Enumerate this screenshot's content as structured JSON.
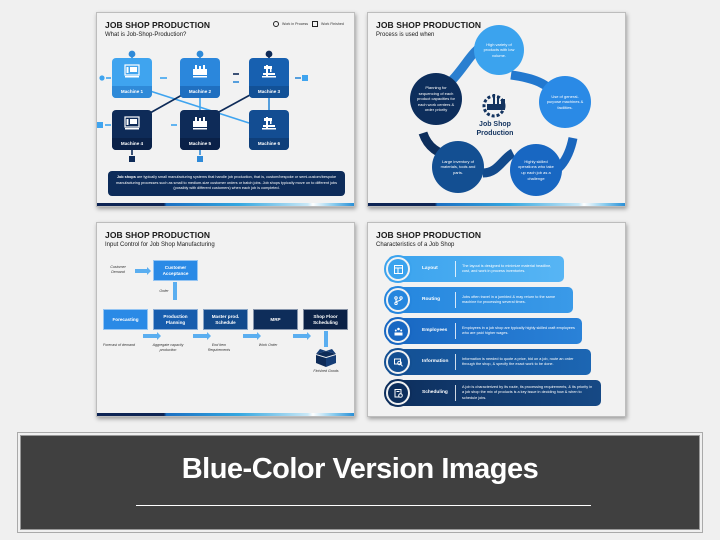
{
  "slides": [
    {
      "title": "JOB SHOP PRODUCTION",
      "subtitle": "What is Job-Shop-Production?",
      "legend": [
        {
          "shape": "circle",
          "label": "Work in Process"
        },
        {
          "shape": "square",
          "label": "Work Finished"
        }
      ],
      "machines": [
        {
          "label": "Machine 1",
          "icon": "cnc-machine-icon"
        },
        {
          "label": "Machine 2",
          "icon": "printer-machine-icon"
        },
        {
          "label": "Machine 3",
          "icon": "drill-press-icon"
        },
        {
          "label": "Machine 4",
          "icon": "cnc-machine-icon"
        },
        {
          "label": "Machine 5",
          "icon": "printer-machine-icon"
        },
        {
          "label": "Machine 6",
          "icon": "drill-press-icon"
        }
      ],
      "description_bold": "Job shops",
      "description": " are typically small manufacturing systems that handle job production, that is, custom/bespoke or semi-custom/bespoke manufacturing processes such as small to medium-size customer orders or batch jobs. Job shops typically move on to different jobs (possibly with different customers) when each job is completed."
    },
    {
      "title": "JOB SHOP PRODUCTION",
      "subtitle": "Process is used when",
      "center_label_line1": "Job Shop",
      "center_label_line2": "Production",
      "center_icon": "factory-gear-icon",
      "bubbles": [
        {
          "text": "High variety of products with low volume.",
          "color": "#3ba3ee"
        },
        {
          "text": "Use of general-purpose machines & facilities.",
          "color": "#2a8ae6"
        },
        {
          "text": "Highly skilled operations who take up each job as a challenge",
          "color": "#1867c2"
        },
        {
          "text": "Large inventory of materials, tools and parts.",
          "color": "#134f92"
        },
        {
          "text": "Planning for sequencing of each product capacities for each work centers & order priority",
          "color": "#0d2e5c"
        }
      ]
    },
    {
      "title": "JOB SHOP PRODUCTION",
      "subtitle": "Input Control for Job Shop Manufacturing",
      "input_label": "Customer Demand",
      "acceptance_box": "Customer Acceptance",
      "order_label": "Order",
      "steps": [
        {
          "label": "Forecasting",
          "color": "#2a8ae6"
        },
        {
          "label": "Production Planning",
          "color": "#175dae"
        },
        {
          "label": "Master prod. Schedule",
          "color": "#124a8c"
        },
        {
          "label": "MRP",
          "color": "#0e2d5a"
        },
        {
          "label": "Shop Floor Scheduling",
          "color": "#0b2146"
        }
      ],
      "flow_labels": [
        "Forecast of demand",
        "Aggregate capacity production",
        "End item Requirements",
        "Work Order"
      ],
      "output_label": "Finished Goods",
      "output_icon": "open-box-icon"
    },
    {
      "title": "JOB SHOP PRODUCTION",
      "subtitle": "Characteristics of a Job Shop",
      "rows": [
        {
          "name": "Layout",
          "icon": "layout-icon",
          "text": "The layout is designed to minimize material headline, cost, and work in process inventories.",
          "color": "#3ba3ee"
        },
        {
          "name": "Routing",
          "icon": "routing-icon",
          "text": "Jobs often travel in a jumbled & may return to the same machine for processing several times.",
          "color": "#2586de"
        },
        {
          "name": "Employees",
          "icon": "employees-icon",
          "text": "Employees in a job shop are typically highly skilled craft employees who are paid higher wages.",
          "color": "#1867c2"
        },
        {
          "name": "Information",
          "icon": "information-search-icon",
          "text": "Information is needed to quote a price, bid on a job, route an order through the shop, & specify the exact work to be done.",
          "color": "#134f92"
        },
        {
          "name": "Scheduling",
          "icon": "scheduling-icon",
          "text": "A job is characterized by its route, its processing requirements, & its priority in a job shop the mix of products is a key issue in deciding how & when to schedule jobs.",
          "color": "#0d2e5c"
        }
      ]
    }
  ],
  "banner": {
    "title": "Blue-Color Version Images"
  }
}
